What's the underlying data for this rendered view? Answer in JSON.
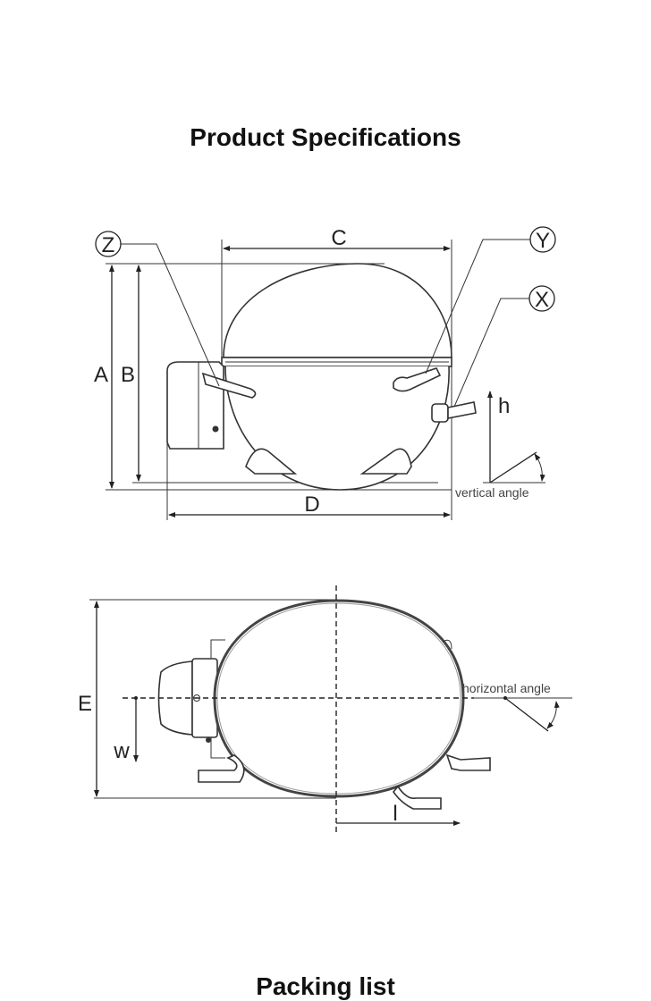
{
  "page": {
    "title": "Product Specifications",
    "section_next": "Packing list"
  },
  "side_view": {
    "callouts": [
      "Z",
      "Y",
      "X"
    ],
    "dimensions": {
      "A": "A",
      "B": "B",
      "C": "C",
      "D": "D",
      "h": "h"
    },
    "angle_label": "vertical angle"
  },
  "top_view": {
    "dimensions": {
      "E": "E",
      "w": "w",
      "l": "l"
    },
    "angle_label": "horizontal angle"
  }
}
